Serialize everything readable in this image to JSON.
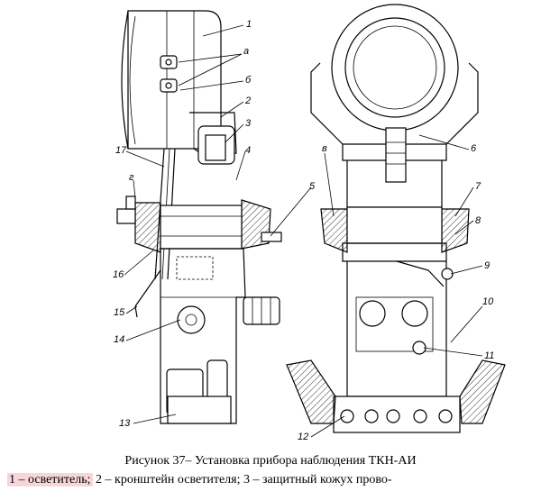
{
  "figure": {
    "caption": "Рисунок 37– Установка прибора наблюдения ТКН-АИ",
    "legend_highlight": "1 – осветитель;",
    "legend_rest": " 2 – кронштейн осветителя; 3 – защитный кожух прово-",
    "callouts": {
      "c1": "1",
      "ca": "а",
      "cb": "б",
      "c2": "2",
      "c3": "3",
      "c4": "4",
      "c5": "5",
      "c17": "17",
      "cg": "г",
      "c16": "16",
      "c15": "15",
      "c14": "14",
      "c13": "13",
      "c6": "6",
      "cv": "в",
      "c7": "7",
      "c8": "8",
      "c9": "9",
      "c10": "10",
      "c11": "11",
      "c12": "12"
    }
  }
}
